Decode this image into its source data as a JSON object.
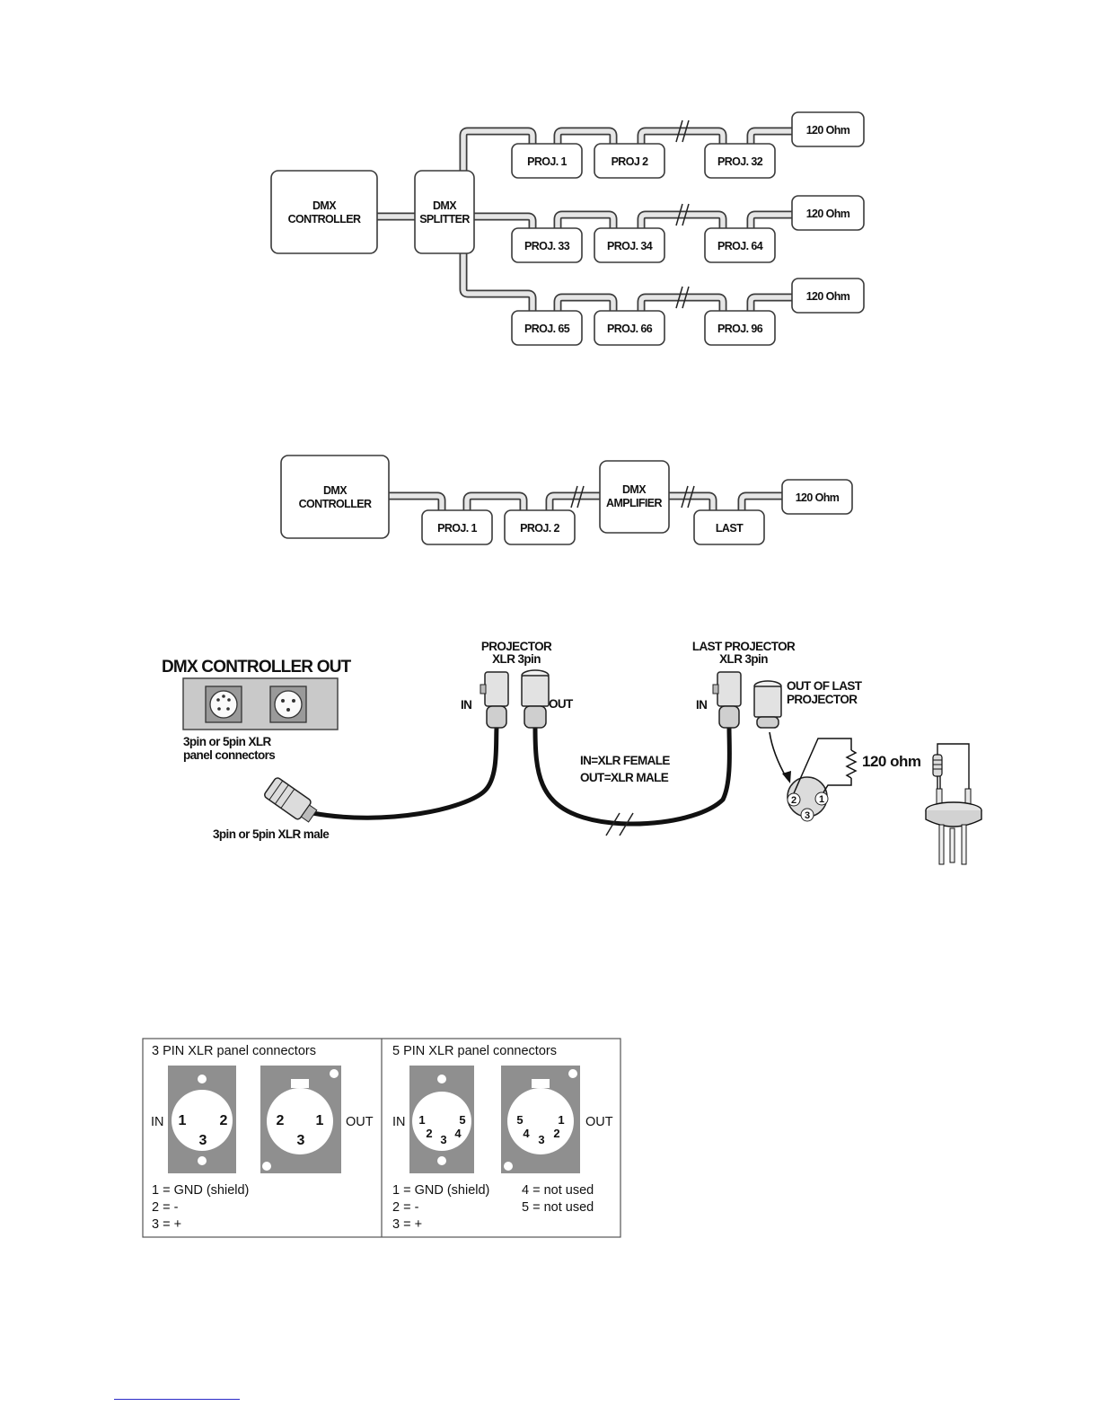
{
  "splitter_diagram": {
    "controller": [
      "DMX",
      "CONTROLLER"
    ],
    "splitter": [
      "DMX",
      "SPLITTER"
    ],
    "rows": [
      [
        "PROJ. 1",
        "PROJ 2",
        "PROJ. 32"
      ],
      [
        "PROJ. 33",
        "PROJ. 34",
        "PROJ. 64"
      ],
      [
        "PROJ. 65",
        "PROJ. 66",
        "PROJ. 96"
      ]
    ],
    "terminator": "120 Ohm"
  },
  "amplifier_diagram": {
    "controller": [
      "DMX",
      "CONTROLLER"
    ],
    "proj1": "PROJ. 1",
    "proj2": "PROJ. 2",
    "amplifier": [
      "DMX",
      "AMPLIFIER"
    ],
    "last": "LAST",
    "terminator": "120 Ohm"
  },
  "cable_diagram": {
    "controller_out": "DMX CONTROLLER OUT",
    "panel_caption": [
      "3pin or 5pin XLR",
      "panel connectors"
    ],
    "male_plug_caption": "3pin or 5pin XLR male",
    "projector": [
      "PROJECTOR",
      "XLR 3pin"
    ],
    "last_projector": [
      "LAST PROJECTOR",
      "XLR 3pin"
    ],
    "in": "IN",
    "out": "OUT",
    "out_of_last": [
      "OUT OF LAST",
      "PROJECTOR"
    ],
    "legend": [
      "IN=XLR FEMALE",
      "OUT=XLR MALE"
    ],
    "resistor": "120 ohm",
    "pins": [
      "1",
      "2",
      "3"
    ]
  },
  "pinout_table": {
    "three_pin": {
      "title": "3 PIN XLR panel connectors",
      "in": "IN",
      "out": "OUT",
      "legend": [
        "1 = GND (shield)",
        "2 = -",
        "3 = +"
      ]
    },
    "five_pin": {
      "title": "5 PIN XLR panel connectors",
      "in": "IN",
      "out": "OUT",
      "legend_left": [
        "1 = GND (shield)",
        "2 = -",
        "3 = +"
      ],
      "legend_right": [
        "4 = not used",
        "5 = not used"
      ]
    },
    "pin_numbers": [
      "1",
      "2",
      "3",
      "4",
      "5"
    ]
  }
}
